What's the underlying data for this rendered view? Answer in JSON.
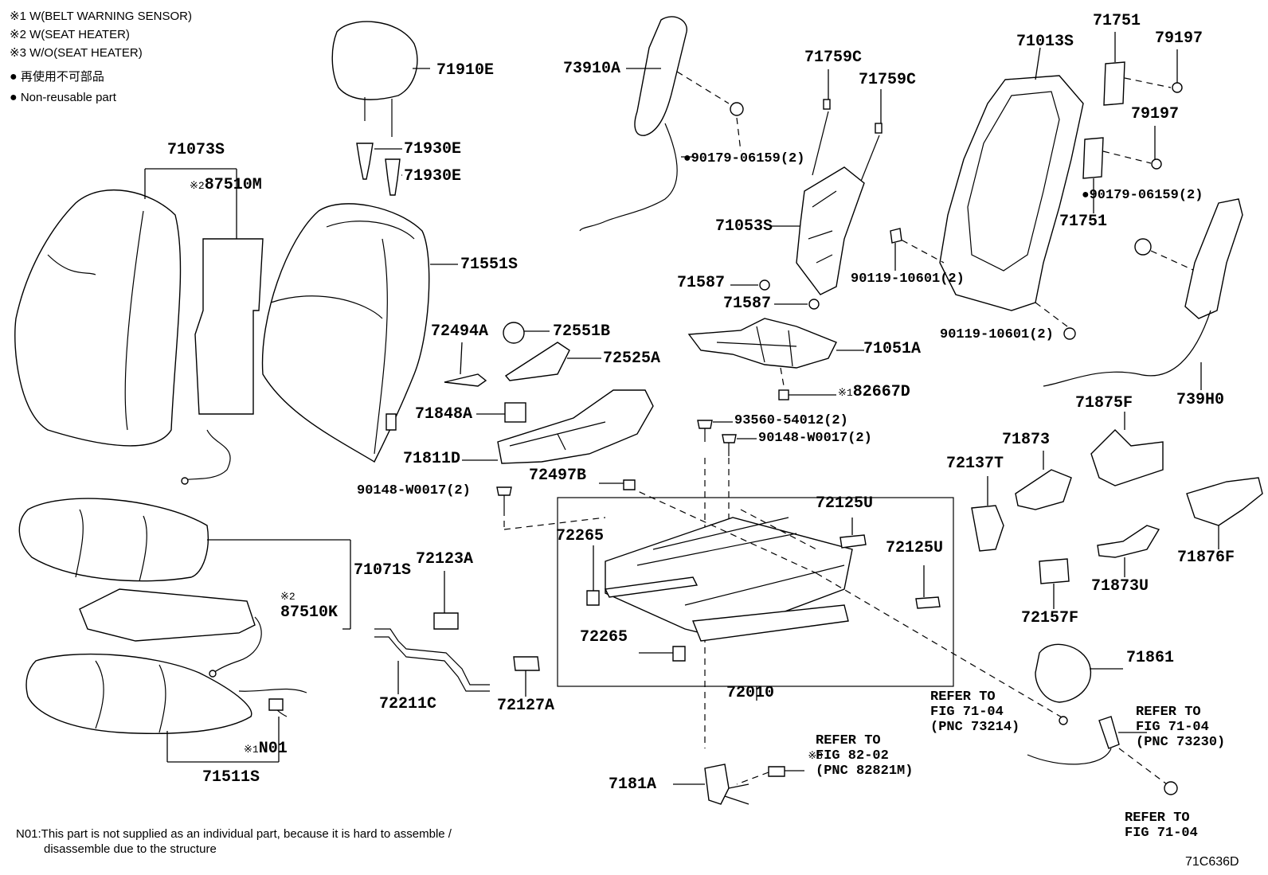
{
  "legend": {
    "note1": "※1 W(BELT WARNING SENSOR)",
    "note2": "※2 W(SEAT HEATER)",
    "note3": "※3 W/O(SEAT HEATER)",
    "jp_non_reusable": "再使用不可部品",
    "non_reusable": "Non-reusable part"
  },
  "labels": {
    "l71910E": "71910E",
    "l71930E_a": "71930E",
    "l71930E_b": "71930E",
    "l71073S": "71073S",
    "l87510M": "87510M",
    "l71551S": "71551S",
    "l73910A": "73910A",
    "l90179_a": "90179-06159(2)",
    "l71759C_a": "71759C",
    "l71759C_b": "71759C",
    "l71053S": "71053S",
    "l71013S": "71013S",
    "l71751_a": "71751",
    "l79197_a": "79197",
    "l79197_b": "79197",
    "l90179_b": "90179-06159(2)",
    "l71751_b": "71751",
    "l90119_a": "90119-10601(2)",
    "l90119_b": "90119-10601(2)",
    "l71587_a": "71587",
    "l71587_b": "71587",
    "l72494A": "72494A",
    "l72551B": "72551B",
    "l72525A": "72525A",
    "l71051A": "71051A",
    "l82667D": "82667D",
    "l739H0": "739H0",
    "l71848A": "71848A",
    "l93560": "93560-54012(2)",
    "l90148_a": "90148-W0017(2)",
    "l71811D": "71811D",
    "l71875F": "71875F",
    "l71873": "71873",
    "l72137T": "72137T",
    "l90148_b": "90148-W0017(2)",
    "l72497B": "72497B",
    "l72125U_a": "72125U",
    "l72265_a": "72265",
    "l72125U_b": "72125U",
    "l71071S": "71071S",
    "l72123A": "72123A",
    "l87510K": "87510K",
    "l71876F": "71876F",
    "l71873U": "71873U",
    "l72157F": "72157F",
    "l72265_b": "72265",
    "l71861": "71861",
    "l72010": "72010",
    "l72211C": "72211C",
    "l72127A": "72127A",
    "lN01": "N01",
    "l71511S": "71511S",
    "l7181A": "7181A"
  },
  "markers": {
    "m87510M": "※2",
    "m82667D": "※1",
    "m87510K": "※2",
    "mN01": "※1",
    "mRef3": "※3"
  },
  "refs": {
    "ref73214": "REFER TO\nFIG 71-04\n(PNC 73214)",
    "ref73230": "REFER TO\nFIG 71-04\n(PNC 73230)",
    "ref82821": "REFER TO\nFIG 82-02\n(PNC 82821M)",
    "ref7104": "REFER TO\nFIG 71-04"
  },
  "footnote": {
    "line1": "N01:This part is not supplied as an individual part, because it is hard to assemble /",
    "line2": "disassemble due to the structure"
  },
  "figure_id": "71C636D"
}
